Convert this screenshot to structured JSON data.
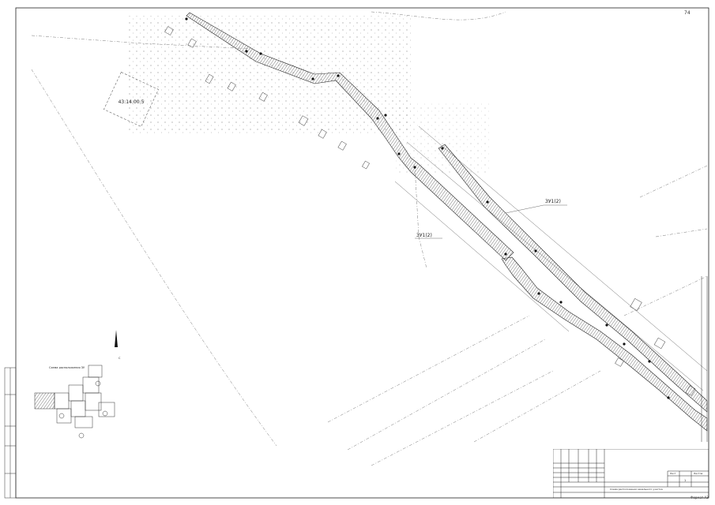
{
  "sheet": {
    "page_number": "74",
    "parcel_labels": [
      {
        "text": "43:14:00:5"
      },
      {
        "text": "ЗУ1(2)"
      },
      {
        "text": "ЗУ1(2)"
      }
    ],
    "scale_bar_label": "Схема расположения ЗУ",
    "north_arrow_label": "С",
    "stamp": {
      "sheet_label": "Лист",
      "sheets_label": "Листов",
      "sheet_number": "1",
      "title_line": "Схема расположения земельного участка",
      "bottom_code": "Формат А3"
    }
  }
}
